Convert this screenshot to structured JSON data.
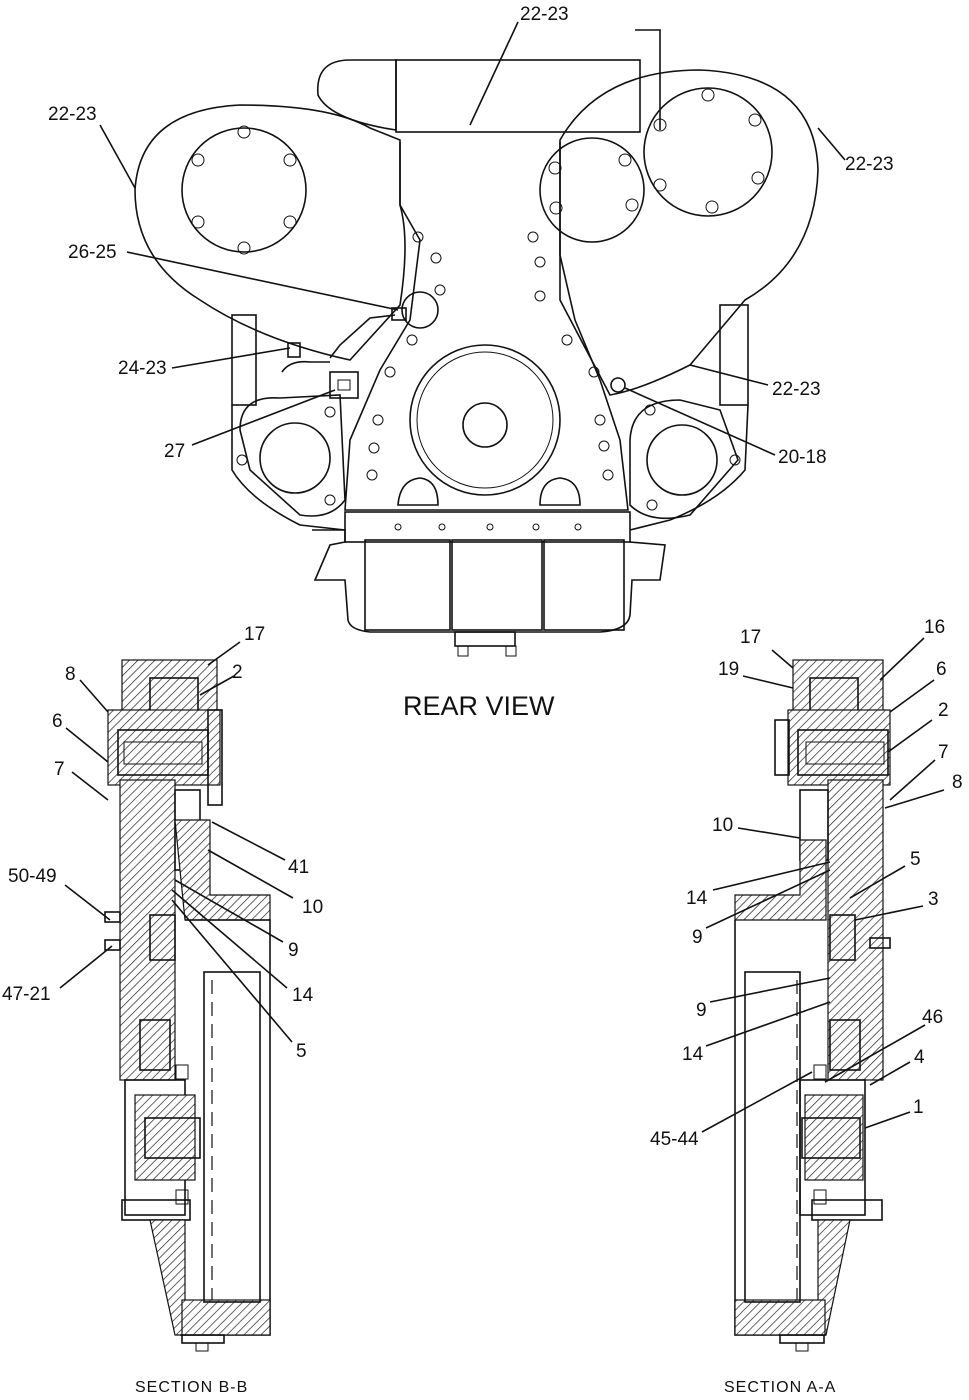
{
  "title": "REAR VIEW",
  "sections": {
    "left": "SECTION  B-B",
    "right": "SECTION  A-A"
  },
  "rear_view_callouts": [
    "22-23",
    "22-23",
    "22-23",
    "26-25",
    "24-23",
    "22-23",
    "27",
    "20-18"
  ],
  "section_bb_callouts": [
    "17",
    "8",
    "2",
    "6",
    "7",
    "41",
    "10",
    "50-49",
    "9",
    "14",
    "47-21",
    "5"
  ],
  "section_aa_callouts": [
    "17",
    "16",
    "19",
    "6",
    "2",
    "7",
    "8",
    "10",
    "5",
    "14",
    "3",
    "9",
    "9",
    "14",
    "46",
    "4",
    "1",
    "45-44"
  ]
}
